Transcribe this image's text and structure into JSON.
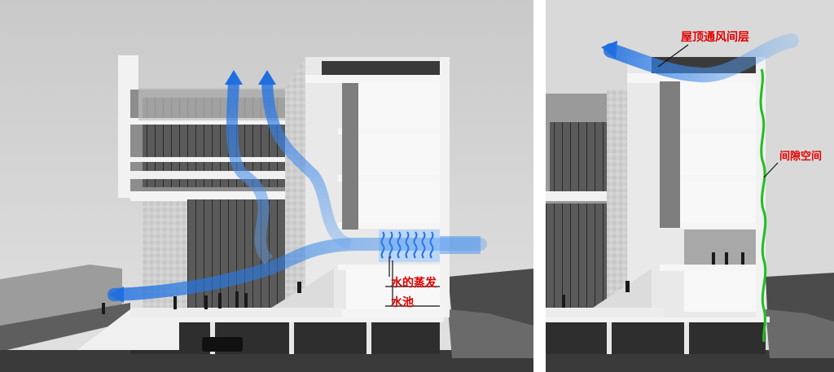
{
  "left_panel": {
    "labels": {
      "evaporation": "水的蒸发",
      "pool": "水池"
    }
  },
  "right_panel": {
    "labels": {
      "roof_ventilation": "屋顶通风间层",
      "gap_space": "间隙空间"
    }
  },
  "colors": {
    "background": "#ffffff",
    "sky": "#d7d7d7",
    "ground": "#3a3a3a",
    "concrete": "#f4f4f4",
    "stone": "#cfcfcf",
    "airflow": "#2f7fe0",
    "label_text": "#e00000",
    "gap_line": "#1fbf1f"
  }
}
